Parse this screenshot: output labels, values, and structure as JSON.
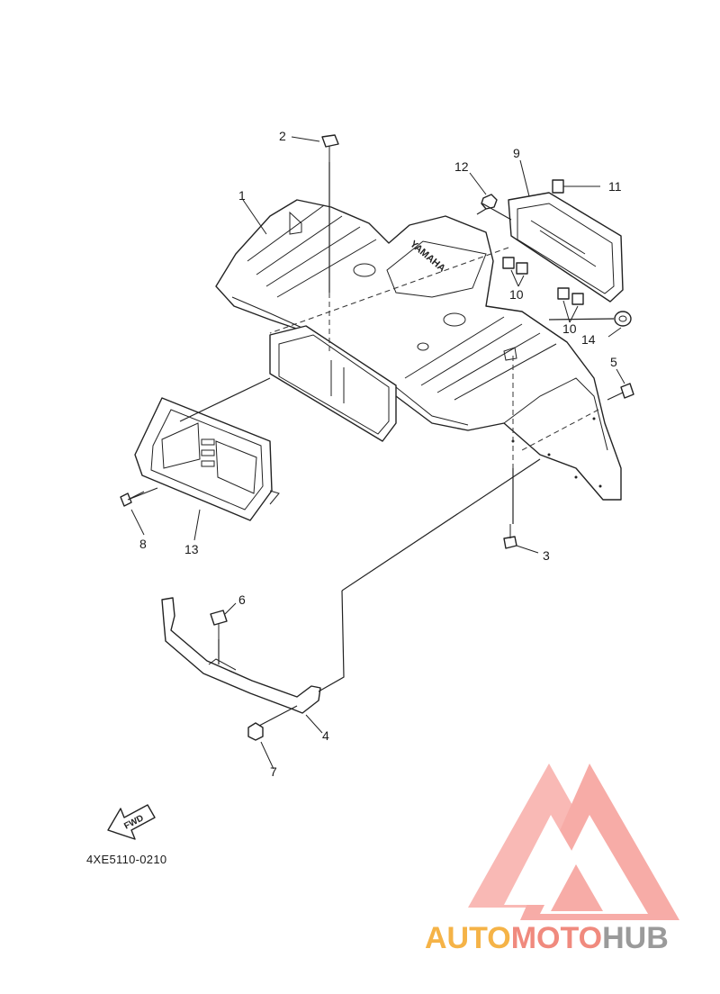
{
  "callouts": {
    "c1": "1",
    "c2": "2",
    "c3": "3",
    "c4": "4",
    "c5": "5",
    "c6": "6",
    "c7": "7",
    "c8": "8",
    "c9": "9",
    "c10a": "10",
    "c10b": "10",
    "c11": "11",
    "c12": "12",
    "c13": "13",
    "c14": "14"
  },
  "fender_logo": "YAMAHA",
  "fwd_label": "FWD",
  "diagram_ref": "4XE5110-0210",
  "watermark": {
    "part1": "AUTO",
    "part2": "MOTO",
    "part3": "HUB",
    "colors": {
      "auto": "#f5b347",
      "moto": "#f08a7e",
      "hub": "#9a9a9a",
      "logo": "#f7a8a3"
    }
  }
}
